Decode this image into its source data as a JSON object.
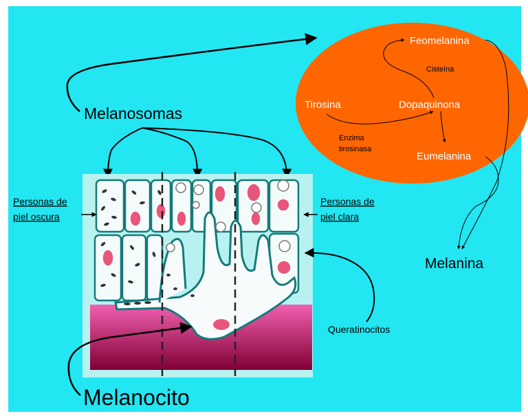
{
  "colors": {
    "background": "#22e6f2",
    "pathway_ellipse": "#ff6600",
    "dermis_top": "#f060b0",
    "dermis_bottom": "#800034",
    "epidermis_panel": "#b8f2f0",
    "cell_outline": "#137a7a",
    "nucleus": "#e8577a",
    "melanosome": "#333333"
  },
  "pathway": {
    "tirosina": "Tirosina",
    "dopaquinona": "Dopaquinona",
    "feomelanina": "Feomelanina",
    "eumelanina": "Eumelanina",
    "cisteina": "Cisteína",
    "enzima_line1": "Enzima",
    "enzima_line2": "tirosinasa"
  },
  "labels": {
    "melanosomas": "Melanosomas",
    "melanina": "Melanina",
    "melanocito": "Melanocito",
    "queratinocitos": "Queratinocitos",
    "dark_skin_line1": "Personas de",
    "dark_skin_line2": "piel oscura",
    "light_skin_line1": "Personas de",
    "light_skin_line2": "piel clara"
  }
}
